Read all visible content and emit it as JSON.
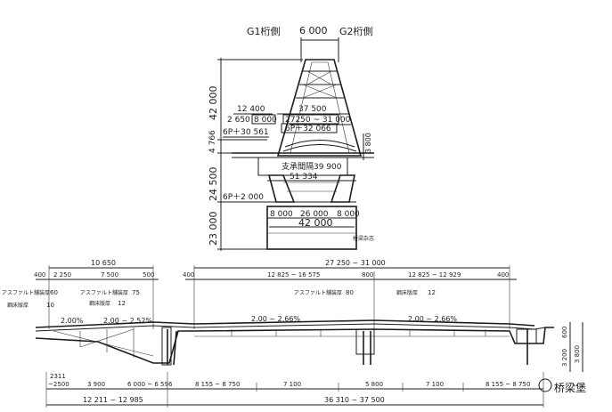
{
  "tower": {
    "g1_label": "G1桁側",
    "g2_label": "G2桁側",
    "top_width": "6 000",
    "height_top": "42 000",
    "height_mid": "4 766",
    "height_lower": "24 500",
    "height_base": "23 000",
    "dim_12400": "12 400",
    "dim_2650": "2 650",
    "dim_8000a": "8 000",
    "dim_37500": "37 500",
    "dim_27250": "27250 ~ 31 000",
    "elev_left": "6P＋30 561",
    "elev_right": "6P＋32 066",
    "dim_3800": "3 800",
    "bearing_label": "支承間隔39 900",
    "dim_51334": "51 334",
    "elev_base": "6P＋2 000",
    "foot_8000l": "8 000",
    "foot_26000": "26 000",
    "foot_8000r": "8 000",
    "foot_42000": "42 000",
    "watermark_small": "桥梁杂志"
  },
  "deck": {
    "top_10650": "10 650",
    "top_27250": "27 250 ~ 31 000",
    "d400l": "400",
    "d2250": "2 250",
    "d7500": "7 500",
    "d500": "500",
    "d12825a": "12 825 ~ 16 575",
    "d800": "800",
    "d12825b": "12 825 ~ 12 929",
    "d400r": "400",
    "asphalt_left": "アスファルト舗装厚",
    "asphalt_left_val": "60",
    "asphalt_mid": "アスファルト舗装厚",
    "asphalt_mid_val": "75",
    "asphalt_right": "アスファルト舗装厚",
    "asphalt_right_val": "80",
    "plate_left": "鋼床版厚",
    "plate_left_val": "10",
    "plate_mid": "鋼床版厚",
    "plate_mid_val": "12",
    "plate_right": "鋼床版厚",
    "plate_right_val": "12",
    "slope_left": "2.00%",
    "slope_mid": "2.00 ~ 2.52%",
    "slope_center": "2.00 ~ 2.66%",
    "slope_right": "2.00 ~ 2.66%",
    "b2311": "2311",
    "b2500": "~2500",
    "b3900": "3 900",
    "b6000": "6 000 ~ 6 596",
    "b8155a": "8 155 ~ 8 750",
    "b7100a": "7 100",
    "b5800": "5 800",
    "b7100b": "7 100",
    "b8155b": "8 155 ~ 8 750",
    "tot_left": "12 211 ~ 12 985",
    "tot_right": "36 310 ~ 37 500",
    "h600": "600",
    "h3200": "3 200",
    "h3800": "3 800",
    "watermark": "桥梁堡"
  }
}
